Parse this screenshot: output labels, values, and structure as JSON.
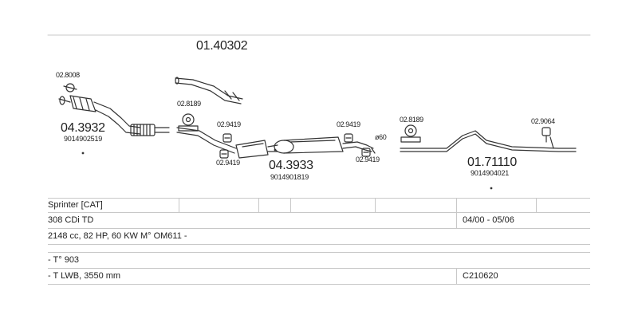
{
  "diagram": {
    "assembly_code": "01.40302",
    "parts": [
      {
        "id": "p1",
        "code": "02.8008"
      },
      {
        "id": "p2",
        "code": "04.3932",
        "oem": "9014902519"
      },
      {
        "id": "p3",
        "code": "02.8189"
      },
      {
        "id": "p4",
        "code": "02.9419"
      },
      {
        "id": "p5",
        "code": "02.9419"
      },
      {
        "id": "p6",
        "code": "04.3933",
        "oem": "9014901819"
      },
      {
        "id": "p7",
        "code": "02.9419"
      },
      {
        "id": "p8",
        "code": "02.9419"
      },
      {
        "id": "p9",
        "code": "ø60"
      },
      {
        "id": "p10",
        "code": "02.8189"
      },
      {
        "id": "p11",
        "code": "01.71110",
        "oem": "9014904021"
      },
      {
        "id": "p12",
        "code": "02.9064"
      }
    ]
  },
  "vehicle": {
    "model": "Sprinter  [CAT]",
    "variant": "308 CDi TD",
    "years": "04/00 - 05/06",
    "engine": "2148 cc, 82 HP, 60 KW M° OM611 -",
    "type_no": "- T° 903",
    "wheelbase": "- T LWB, 3550 mm",
    "catalog_code": "C210620"
  }
}
